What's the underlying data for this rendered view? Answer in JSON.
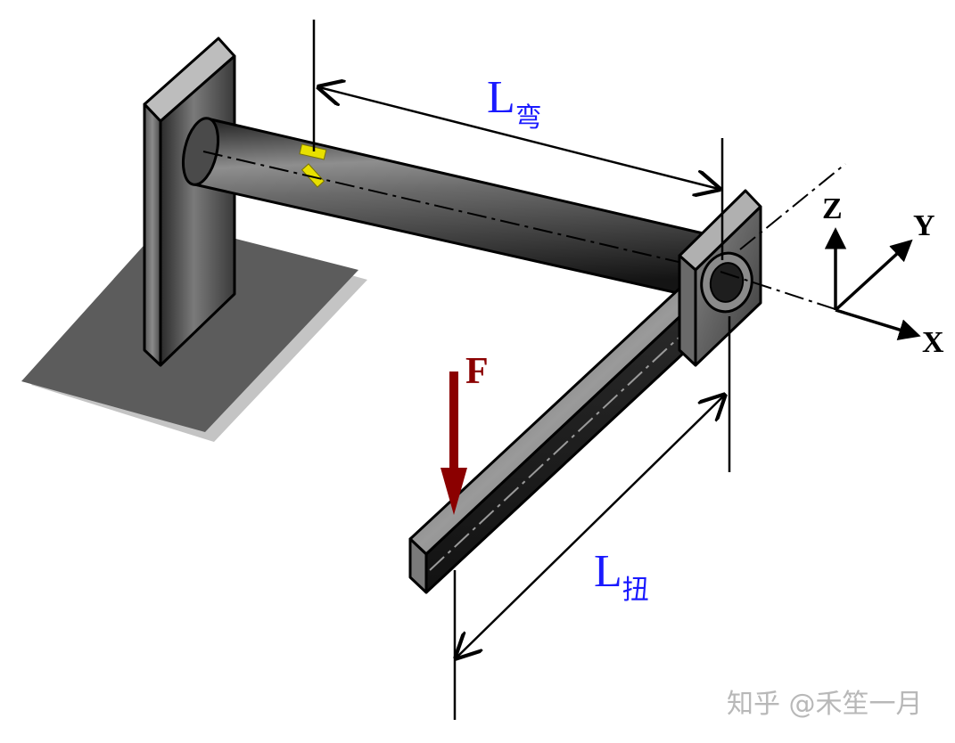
{
  "labels": {
    "bending_length_main": "L",
    "bending_length_sub": "弯",
    "torsion_length_main": "L",
    "torsion_length_sub": "扭",
    "force": "F",
    "axis_z": "Z",
    "axis_y": "Y",
    "axis_x": "X"
  },
  "watermark": "知乎 @禾笙一月",
  "colors": {
    "dimension_label": "#1a1aff",
    "force_arrow": "#8b0000",
    "strain_gauge": "#e8e000",
    "steel_dark": "#262626",
    "steel_light": "#9a9a9a",
    "shadow": "#5a5a5a",
    "watermark": "#b8b8b8"
  }
}
